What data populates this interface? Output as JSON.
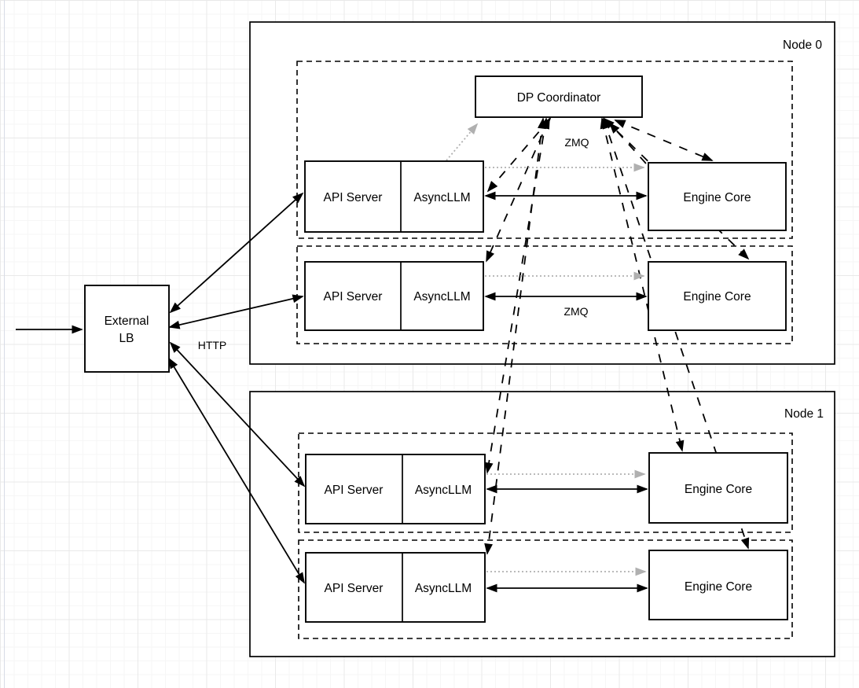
{
  "diagram": {
    "title_labels": {
      "node0": "Node 0",
      "node1": "Node 1"
    },
    "coordinator": {
      "label": "DP Coordinator"
    },
    "external_lb": {
      "line1": "External",
      "line2": "LB"
    },
    "edge_labels": {
      "http": "HTTP",
      "zmq_coordinator": "ZMQ",
      "zmq_engine": "ZMQ"
    },
    "replicas": {
      "n0r1": {
        "api": "API Server",
        "llm": "AsyncLLM",
        "engine": "Engine Core"
      },
      "n0r2": {
        "api": "API Server",
        "llm": "AsyncLLM",
        "engine": "Engine Core"
      },
      "n1r1": {
        "api": "API Server",
        "llm": "AsyncLLM",
        "engine": "Engine Core"
      },
      "n1r2": {
        "api": "API Server",
        "llm": "AsyncLLM",
        "engine": "Engine Core"
      }
    },
    "colors": {
      "stroke": "#000000",
      "dotted_link": "#b0b0b0",
      "box_fill": "#ffffff",
      "grid_minor": "#f6f6f6",
      "grid_major": "#e9e9e9",
      "page_boundary": "#d8dce6"
    }
  }
}
